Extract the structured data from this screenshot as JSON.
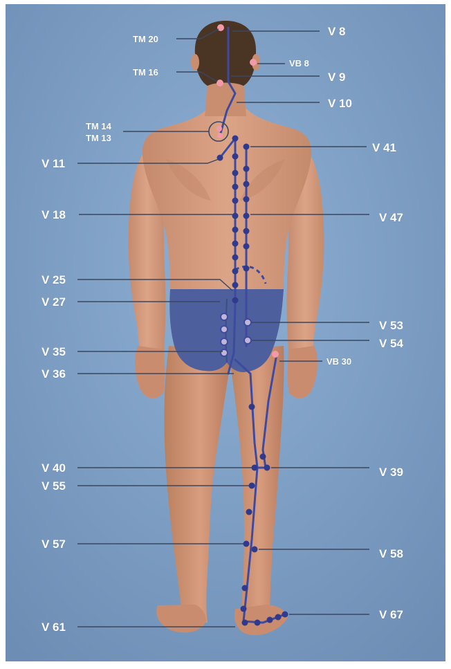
{
  "labels": {
    "tm20": "TM 20",
    "tm16": "TM 16",
    "tm14": "TM 14",
    "tm13": "TM 13",
    "v8": "V 8",
    "vb8": "VB 8",
    "v9": "V 9",
    "v10": "V 10",
    "v41": "V 41",
    "v11": "V 11",
    "v18": "V 18",
    "v47": "V 47",
    "v25": "V 25",
    "v27": "V 27",
    "v53": "V 53",
    "v54": "V 54",
    "v35": "V 35",
    "vb30": "VB 30",
    "v36": "V 36",
    "v40": "V 40",
    "v39": "V 39",
    "v55": "V 55",
    "v57": "V 57",
    "v58": "V 58",
    "v61": "V 61",
    "v67": "V 67"
  },
  "colors": {
    "background": "#7f9fc4",
    "skin": "#d79d80",
    "skin_shadow": "#b87a5e",
    "hair": "#4a3424",
    "briefs": "#4d5f9c",
    "meridian": "#3e4aa0",
    "point": "#2f3a8c",
    "pink_point": "#f39aa8",
    "leader_line": "#3a4660",
    "label_text": "#ffffff"
  }
}
